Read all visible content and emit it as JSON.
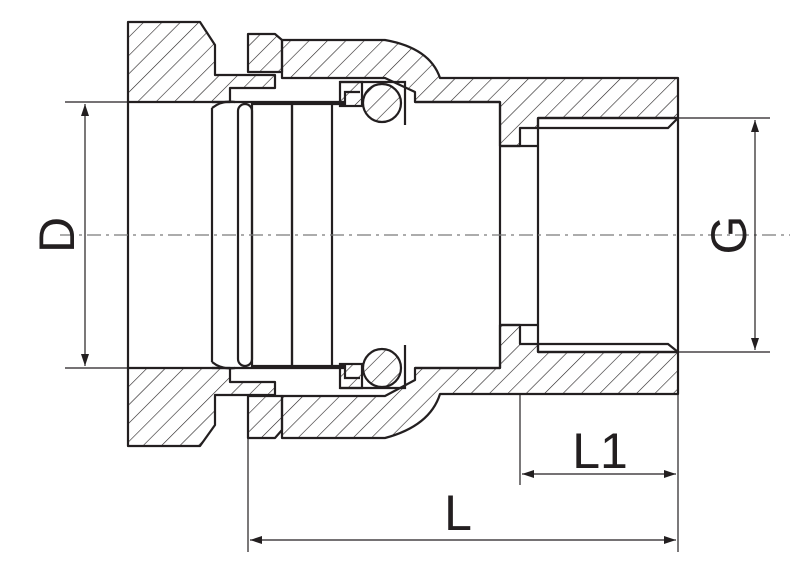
{
  "dimensions": {
    "d_label": "D",
    "g_label": "G",
    "l_label": "L",
    "l1_label": "L1"
  },
  "colors": {
    "line": "#231f20",
    "centerline": "#7a7a7a",
    "background": "#ffffff"
  }
}
